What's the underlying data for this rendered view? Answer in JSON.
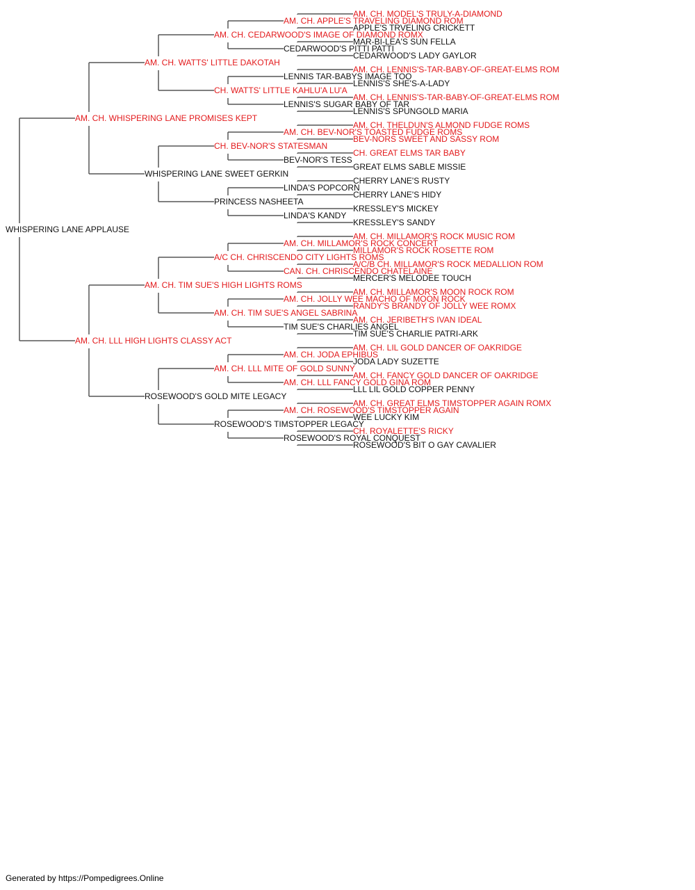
{
  "colors": {
    "champion": "#e31a1c",
    "normal": "#111111",
    "line": "#555555"
  },
  "pedigree": {
    "name": "WHISPERING LANE APPLAUSE",
    "champion": false,
    "sire": {
      "name": "AM. CH. WHISPERING LANE PROMISES KEPT",
      "champion": true,
      "sire": {
        "name": "AM. CH. WATTS' LITTLE DAKOTAH",
        "champion": true,
        "sire": {
          "name": "AM. CH. CEDARWOOD'S IMAGE OF DIAMOND ROMX",
          "champion": true,
          "sire": {
            "name": "AM. CH. APPLE'S TRAVELING DIAMOND ROM",
            "champion": true,
            "sire": {
              "name": "AM. CH. MODEL'S TRULY-A-DIAMOND",
              "champion": true
            },
            "dam": {
              "name": "APPLE'S TRVELING CRICKETT",
              "champion": false
            }
          },
          "dam": {
            "name": "CEDARWOOD'S PITTI PATTI",
            "champion": false,
            "sire": {
              "name": "MAR-BI-LEA'S SUN FELLA",
              "champion": false
            },
            "dam": {
              "name": "CEDARWOOD'S LADY GAYLOR",
              "champion": false
            }
          }
        },
        "dam": {
          "name": "CH. WATTS' LITTLE KAHLU'A LU'A",
          "champion": true,
          "sire": {
            "name": "LENNIS TAR-BABYS IMAGE TOO",
            "champion": false,
            "sire": {
              "name": "AM. CH. LENNIS'S-TAR-BABY-OF-GREAT-ELMS ROM",
              "champion": true
            },
            "dam": {
              "name": "LENNIS'S SHE'S-A-LADY",
              "champion": false
            }
          },
          "dam": {
            "name": "LENNIS'S SUGAR BABY OF TAR",
            "champion": false,
            "sire": {
              "name": "AM. CH. LENNIS'S-TAR-BABY-OF-GREAT-ELMS ROM",
              "champion": true
            },
            "dam": {
              "name": "LENNIS'S SPUNGOLD MARIA",
              "champion": false
            }
          }
        }
      },
      "dam": {
        "name": "WHISPERING LANE SWEET GERKIN",
        "champion": false,
        "sire": {
          "name": "CH. BEV-NOR'S STATESMAN",
          "champion": true,
          "sire": {
            "name": "AM. CH. BEV-NOR'S TOASTED FUDGE ROMS",
            "champion": true,
            "sire": {
              "name": "AM. CH. THELDUN'S ALMOND FUDGE ROMS",
              "champion": true
            },
            "dam": {
              "name": "BEV-NORS SWEET AND SASSY ROM",
              "champion": true
            }
          },
          "dam": {
            "name": "BEV-NOR'S TESS",
            "champion": false,
            "sire": {
              "name": "CH. GREAT ELMS TAR BABY",
              "champion": true
            },
            "dam": {
              "name": "GREAT ELMS SABLE MISSIE",
              "champion": false
            }
          }
        },
        "dam": {
          "name": "PRINCESS NASHEETA",
          "champion": false,
          "sire": {
            "name": "LINDA'S POPCORN",
            "champion": false,
            "sire": {
              "name": "CHERRY LANE'S RUSTY",
              "champion": false
            },
            "dam": {
              "name": "CHERRY LANE'S HIDY",
              "champion": false
            }
          },
          "dam": {
            "name": "LINDA'S KANDY",
            "champion": false,
            "sire": {
              "name": "KRESSLEY'S MICKEY",
              "champion": false
            },
            "dam": {
              "name": "KRESSLEY'S SANDY",
              "champion": false
            }
          }
        }
      }
    },
    "dam": {
      "name": "AM. CH. LLL HIGH LIGHTS CLASSY ACT",
      "champion": true,
      "sire": {
        "name": "AM. CH. TIM SUE'S HIGH LIGHTS ROMS",
        "champion": true,
        "sire": {
          "name": "A/C CH. CHRISCENDO CITY LIGHTS ROMS",
          "champion": true,
          "sire": {
            "name": "AM. CH. MILLAMOR'S ROCK CONCERT",
            "champion": true,
            "sire": {
              "name": "AM. CH. MILLAMOR'S ROCK MUSIC ROM",
              "champion": true
            },
            "dam": {
              "name": "MILLAMOR'S ROCK ROSETTE ROM",
              "champion": true
            }
          },
          "dam": {
            "name": "CAN. CH. CHRISCENDO CHATELAINE",
            "champion": true,
            "sire": {
              "name": "A/C/B CH. MILLAMOR'S ROCK MEDALLION ROM",
              "champion": true
            },
            "dam": {
              "name": "MERCER'S MELODEE TOUCH",
              "champion": false
            }
          }
        },
        "dam": {
          "name": "AM. CH. TIM SUE'S ANGEL SABRINA",
          "champion": true,
          "sire": {
            "name": "AM. CH. JOLLY WEE MACHO OF MOON ROCK",
            "champion": true,
            "sire": {
              "name": "AM. CH. MILLAMOR'S MOON ROCK ROM",
              "champion": true
            },
            "dam": {
              "name": "RANDY'S BRANDY OF JOLLY WEE ROMX",
              "champion": true
            }
          },
          "dam": {
            "name": "TIM SUE'S CHARLIES ANGEL",
            "champion": false,
            "sire": {
              "name": "AM. CH. JERIBETH'S IVAN IDEAL",
              "champion": true
            },
            "dam": {
              "name": "TIM SUE'S CHARLIE PATRI-ARK",
              "champion": false
            }
          }
        }
      },
      "dam": {
        "name": "ROSEWOOD'S GOLD MITE LEGACY",
        "champion": false,
        "sire": {
          "name": "AM. CH. LLL MITE OF GOLD SUNNY",
          "champion": true,
          "sire": {
            "name": "AM. CH. JODA EPHIBUS",
            "champion": true,
            "sire": {
              "name": "AM. CH. LIL GOLD DANCER OF OAKRIDGE",
              "champion": true
            },
            "dam": {
              "name": "JODA LADY SUZETTE",
              "champion": false
            }
          },
          "dam": {
            "name": "AM. CH. LLL FANCY GOLD GINA ROM",
            "champion": true,
            "sire": {
              "name": "AM. CH. FANCY GOLD DANCER OF OAKRIDGE",
              "champion": true
            },
            "dam": {
              "name": "LLL LIL GOLD COPPER PENNY",
              "champion": false
            }
          }
        },
        "dam": {
          "name": "ROSEWOOD'S TIMSTOPPER LEGACY",
          "champion": false,
          "sire": {
            "name": "AM. CH. ROSEWOOD'S TIMSTOPPER AGAIN",
            "champion": true,
            "sire": {
              "name": "AM. CH. GREAT ELMS TIMSTOPPER AGAIN ROMX",
              "champion": true
            },
            "dam": {
              "name": "WEE LUCKY KIM",
              "champion": false
            }
          },
          "dam": {
            "name": "ROSEWOOD'S ROYAL CONQUEST",
            "champion": false,
            "sire": {
              "name": "CH. ROYALETTE'S RICKY",
              "champion": true
            },
            "dam": {
              "name": "ROSEWOOD'S BIT O GAY CAVALIER",
              "champion": false
            }
          }
        }
      }
    }
  },
  "footer": {
    "text": "Generated by https://Pompedigrees.Online"
  }
}
